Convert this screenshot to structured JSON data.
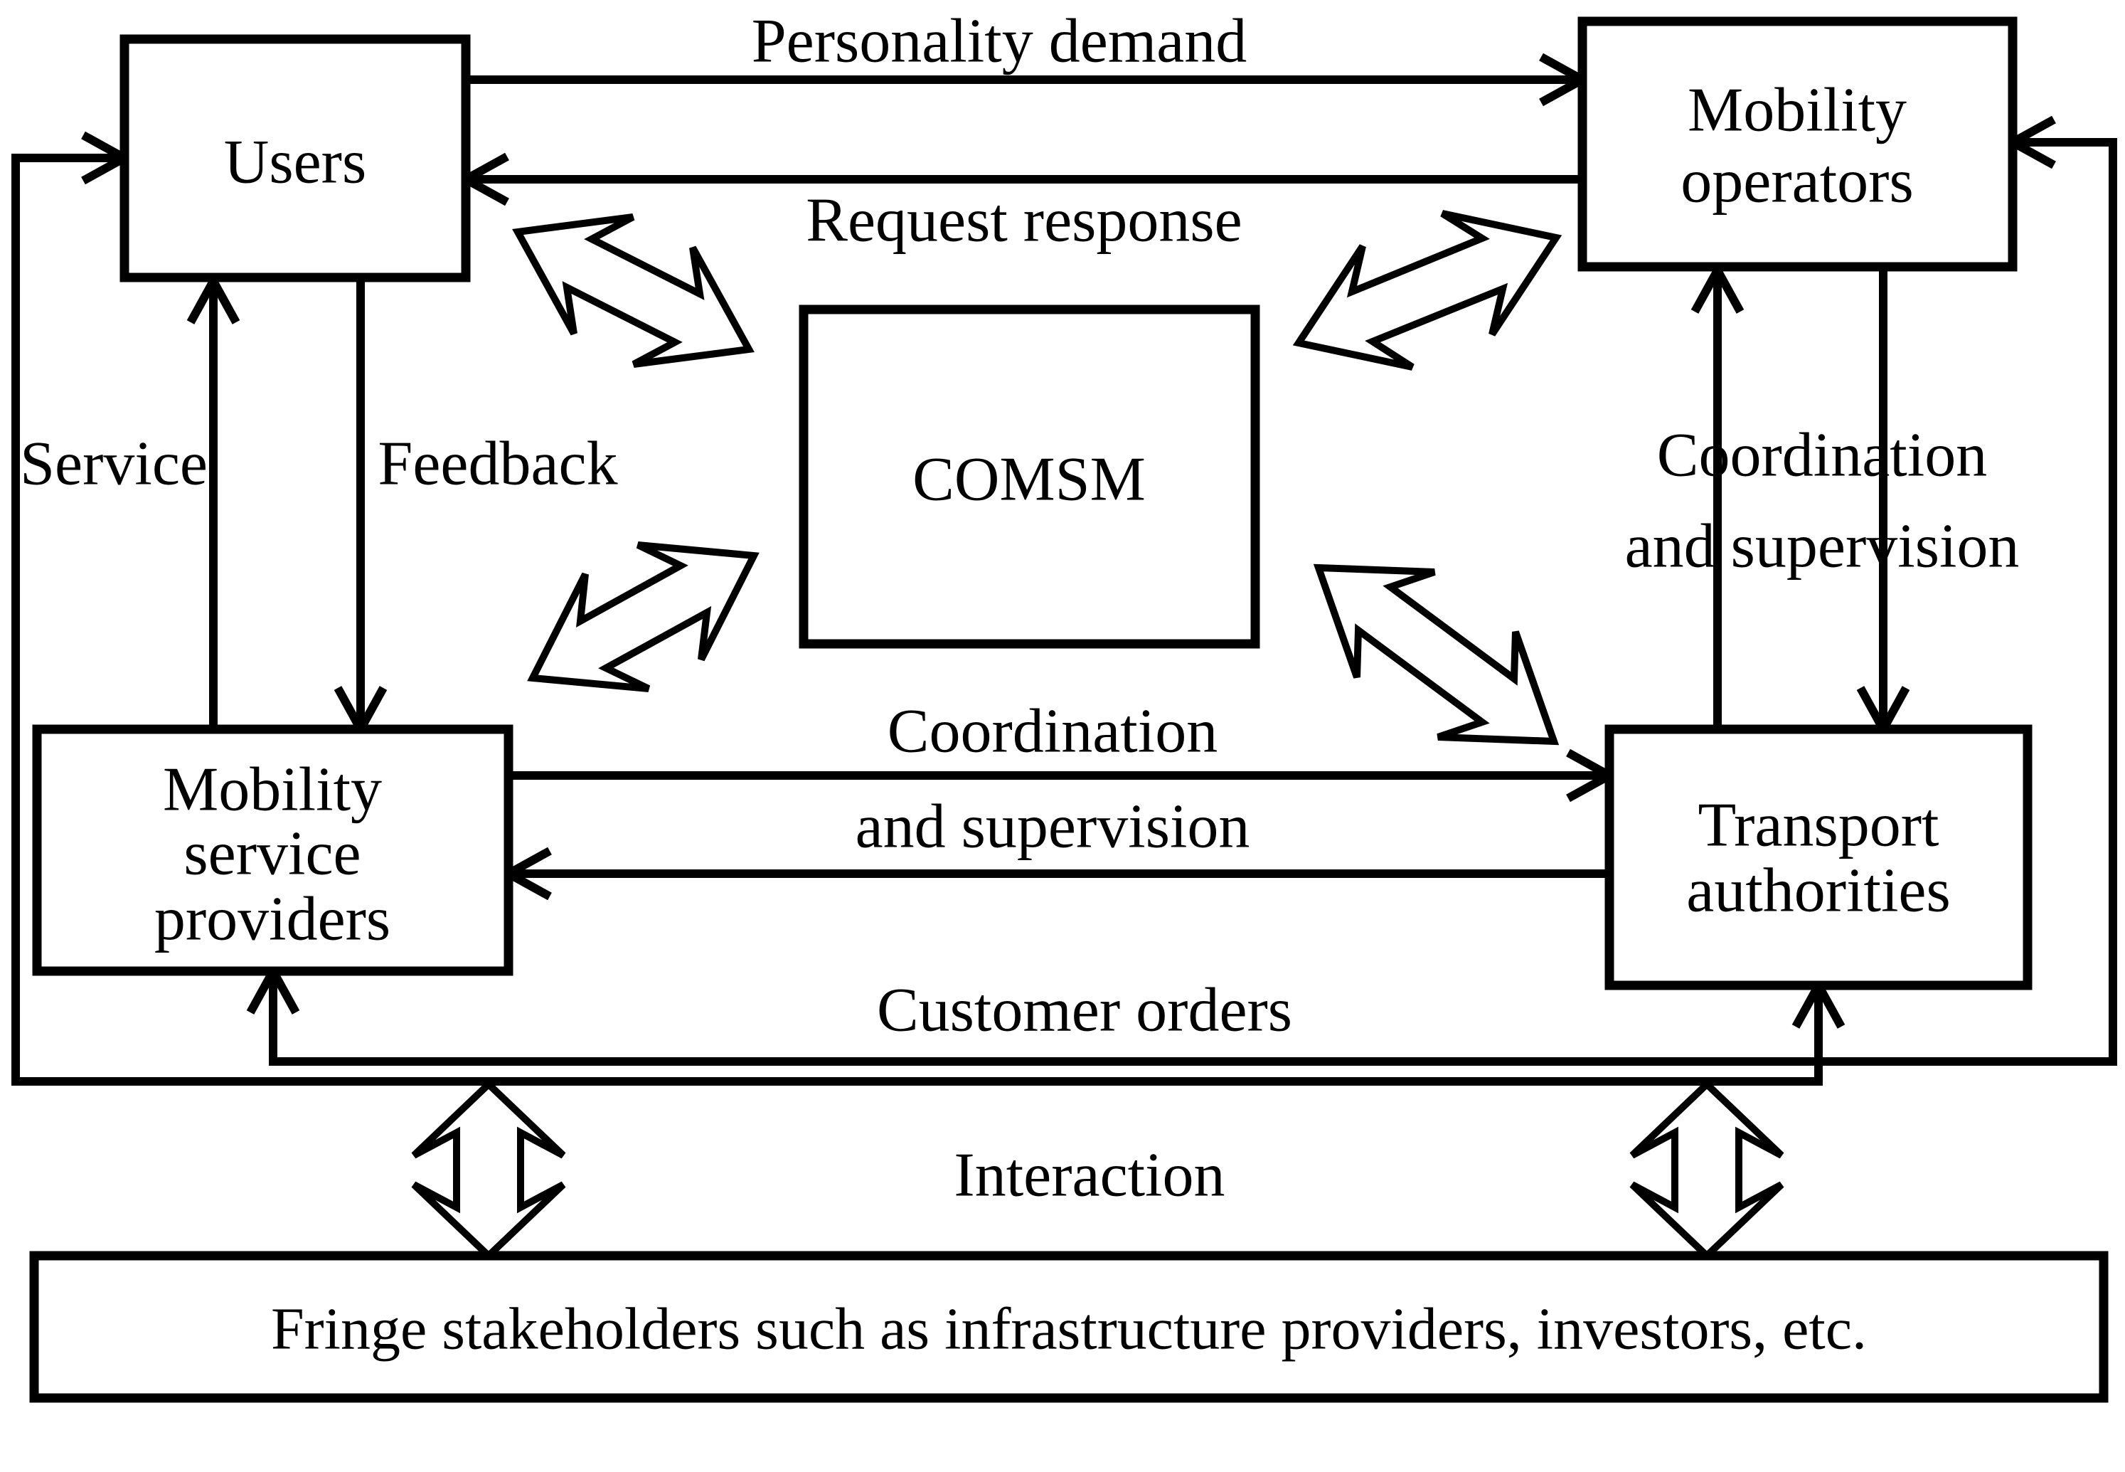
{
  "diagram": {
    "nodes": {
      "users": {
        "label": "Users"
      },
      "mobility_operators": {
        "lines": [
          "Mobility",
          "operators"
        ]
      },
      "comsm": {
        "label": "COMSM"
      },
      "mobility_service_providers": {
        "lines": [
          "Mobility",
          "service",
          "providers"
        ]
      },
      "transport_authorities": {
        "lines": [
          "Transport",
          "authorities"
        ]
      },
      "fringe_stakeholders": {
        "label": "Fringe stakeholders such as infrastructure providers, investors, etc."
      }
    },
    "edge_labels": {
      "personality_demand": "Personality demand",
      "request_response": "Request response",
      "service": "Service",
      "feedback": "Feedback",
      "coordination_vertical": {
        "lines": [
          "Coordination",
          "and supervision"
        ]
      },
      "coordination_horizontal": {
        "lines": [
          "Coordination",
          "and supervision"
        ]
      },
      "customer_orders": "Customer orders",
      "interaction": "Interaction"
    },
    "colors": {
      "stroke": "#000000",
      "background": "#ffffff",
      "node_fill": "#ffffff"
    }
  }
}
